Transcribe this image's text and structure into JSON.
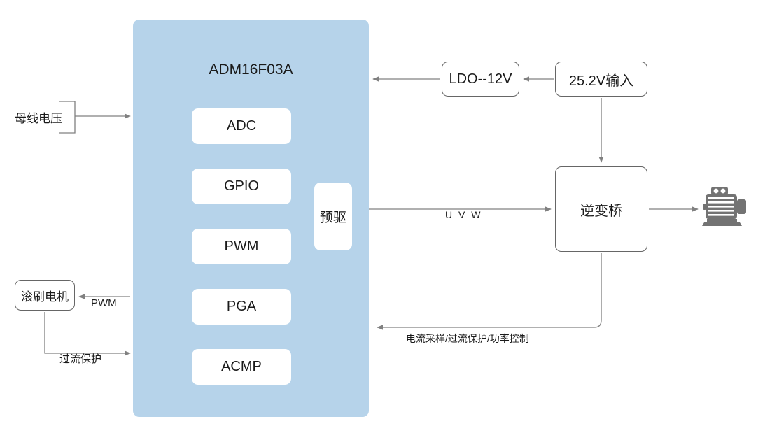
{
  "diagram": {
    "title": "ADM16F03A motor control block diagram",
    "colors": {
      "chip_fill": "#b6d3ea",
      "block_fill": "#ffffff",
      "stroke": "#666666",
      "wire": "#808080",
      "text": "#1a1a1a",
      "motor_icon": "#737373"
    }
  },
  "chip": {
    "title": "ADM16F03A",
    "peripherals": [
      {
        "label": "ADC"
      },
      {
        "label": "GPIO"
      },
      {
        "label": "PWM"
      },
      {
        "label": "PGA"
      },
      {
        "label": "ACMP"
      }
    ],
    "predriver": {
      "label": "预驱"
    }
  },
  "boxes": {
    "ldo": "LDO--12V",
    "supply": "25.2V输入",
    "bridge": "逆变桥",
    "brush_motor": "滚刷电机"
  },
  "labels": {
    "bus_voltage": "母线电压",
    "pwm": "PWM",
    "overcurrent": "过流保护",
    "uvw": "U V W",
    "feedback": "电流采样/过流保护/功率控制"
  },
  "icons": {
    "motor": "motor-icon"
  }
}
